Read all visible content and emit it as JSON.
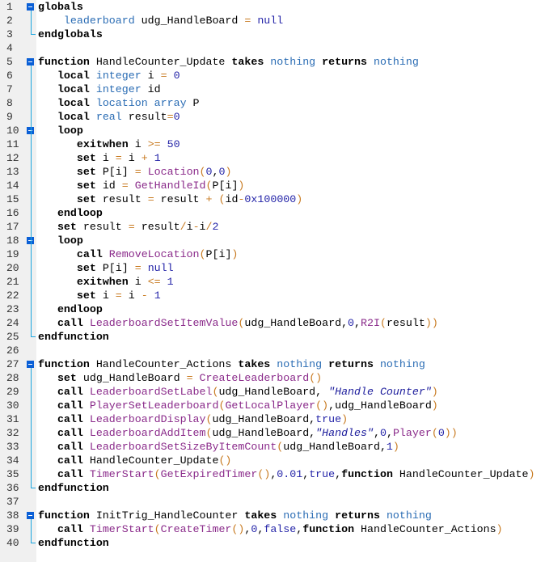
{
  "editor": {
    "lines": [
      [
        [
          "k",
          "globals"
        ]
      ],
      [
        [
          "p",
          "    "
        ],
        [
          "t",
          "leaderboard"
        ],
        [
          "p",
          " udg_HandleBoard "
        ],
        [
          "o",
          "="
        ],
        [
          "p",
          " "
        ],
        [
          "v",
          "null"
        ]
      ],
      [
        [
          "k",
          "endglobals"
        ]
      ],
      [],
      [
        [
          "k",
          "function"
        ],
        [
          "p",
          " HandleCounter_Update "
        ],
        [
          "k",
          "takes"
        ],
        [
          "p",
          " "
        ],
        [
          "t",
          "nothing"
        ],
        [
          "p",
          " "
        ],
        [
          "k",
          "returns"
        ],
        [
          "p",
          " "
        ],
        [
          "t",
          "nothing"
        ]
      ],
      [
        [
          "p",
          "   "
        ],
        [
          "k",
          "local"
        ],
        [
          "p",
          " "
        ],
        [
          "t",
          "integer"
        ],
        [
          "p",
          " i "
        ],
        [
          "o",
          "="
        ],
        [
          "p",
          " "
        ],
        [
          "v",
          "0"
        ]
      ],
      [
        [
          "p",
          "   "
        ],
        [
          "k",
          "local"
        ],
        [
          "p",
          " "
        ],
        [
          "t",
          "integer"
        ],
        [
          "p",
          " id"
        ]
      ],
      [
        [
          "p",
          "   "
        ],
        [
          "k",
          "local"
        ],
        [
          "p",
          " "
        ],
        [
          "t",
          "location"
        ],
        [
          "p",
          " "
        ],
        [
          "t",
          "array"
        ],
        [
          "p",
          " P"
        ]
      ],
      [
        [
          "p",
          "   "
        ],
        [
          "k",
          "local"
        ],
        [
          "p",
          " "
        ],
        [
          "t",
          "real"
        ],
        [
          "p",
          " result"
        ],
        [
          "o",
          "="
        ],
        [
          "v",
          "0"
        ]
      ],
      [
        [
          "p",
          "   "
        ],
        [
          "k",
          "loop"
        ]
      ],
      [
        [
          "p",
          "      "
        ],
        [
          "k",
          "exitwhen"
        ],
        [
          "p",
          " i "
        ],
        [
          "o",
          ">="
        ],
        [
          "p",
          " "
        ],
        [
          "v",
          "50"
        ]
      ],
      [
        [
          "p",
          "      "
        ],
        [
          "k",
          "set"
        ],
        [
          "p",
          " i "
        ],
        [
          "o",
          "="
        ],
        [
          "p",
          " i "
        ],
        [
          "o",
          "+"
        ],
        [
          "p",
          " "
        ],
        [
          "v",
          "1"
        ]
      ],
      [
        [
          "p",
          "      "
        ],
        [
          "k",
          "set"
        ],
        [
          "p",
          " P[i] "
        ],
        [
          "o",
          "="
        ],
        [
          "p",
          " "
        ],
        [
          "n",
          "Location"
        ],
        [
          "o",
          "("
        ],
        [
          "v",
          "0"
        ],
        [
          "p",
          ","
        ],
        [
          "v",
          "0"
        ],
        [
          "o",
          ")"
        ]
      ],
      [
        [
          "p",
          "      "
        ],
        [
          "k",
          "set"
        ],
        [
          "p",
          " id "
        ],
        [
          "o",
          "="
        ],
        [
          "p",
          " "
        ],
        [
          "n",
          "GetHandleId"
        ],
        [
          "o",
          "("
        ],
        [
          "p",
          "P[i]"
        ],
        [
          "o",
          ")"
        ]
      ],
      [
        [
          "p",
          "      "
        ],
        [
          "k",
          "set"
        ],
        [
          "p",
          " result "
        ],
        [
          "o",
          "="
        ],
        [
          "p",
          " result "
        ],
        [
          "o",
          "+"
        ],
        [
          "p",
          " "
        ],
        [
          "o",
          "("
        ],
        [
          "p",
          "id"
        ],
        [
          "o",
          "-"
        ],
        [
          "v",
          "0x100000"
        ],
        [
          "o",
          ")"
        ]
      ],
      [
        [
          "p",
          "   "
        ],
        [
          "k",
          "endloop"
        ]
      ],
      [
        [
          "p",
          "   "
        ],
        [
          "k",
          "set"
        ],
        [
          "p",
          " result "
        ],
        [
          "o",
          "="
        ],
        [
          "p",
          " result"
        ],
        [
          "o",
          "/"
        ],
        [
          "p",
          "i"
        ],
        [
          "o",
          "-"
        ],
        [
          "p",
          "i"
        ],
        [
          "o",
          "/"
        ],
        [
          "v",
          "2"
        ]
      ],
      [
        [
          "p",
          "   "
        ],
        [
          "k",
          "loop"
        ]
      ],
      [
        [
          "p",
          "      "
        ],
        [
          "k",
          "call"
        ],
        [
          "p",
          " "
        ],
        [
          "n",
          "RemoveLocation"
        ],
        [
          "o",
          "("
        ],
        [
          "p",
          "P[i]"
        ],
        [
          "o",
          ")"
        ]
      ],
      [
        [
          "p",
          "      "
        ],
        [
          "k",
          "set"
        ],
        [
          "p",
          " P[i] "
        ],
        [
          "o",
          "="
        ],
        [
          "p",
          " "
        ],
        [
          "v",
          "null"
        ]
      ],
      [
        [
          "p",
          "      "
        ],
        [
          "k",
          "exitwhen"
        ],
        [
          "p",
          " i "
        ],
        [
          "o",
          "<="
        ],
        [
          "p",
          " "
        ],
        [
          "v",
          "1"
        ]
      ],
      [
        [
          "p",
          "      "
        ],
        [
          "k",
          "set"
        ],
        [
          "p",
          " i "
        ],
        [
          "o",
          "="
        ],
        [
          "p",
          " i "
        ],
        [
          "o",
          "-"
        ],
        [
          "p",
          " "
        ],
        [
          "v",
          "1"
        ]
      ],
      [
        [
          "p",
          "   "
        ],
        [
          "k",
          "endloop"
        ]
      ],
      [
        [
          "p",
          "   "
        ],
        [
          "k",
          "call"
        ],
        [
          "p",
          " "
        ],
        [
          "n",
          "LeaderboardSetItemValue"
        ],
        [
          "o",
          "("
        ],
        [
          "p",
          "udg_HandleBoard,"
        ],
        [
          "v",
          "0"
        ],
        [
          "p",
          ","
        ],
        [
          "n",
          "R2I"
        ],
        [
          "o",
          "("
        ],
        [
          "p",
          "result"
        ],
        [
          "o",
          "))"
        ]
      ],
      [
        [
          "k",
          "endfunction"
        ]
      ],
      [],
      [
        [
          "k",
          "function"
        ],
        [
          "p",
          " HandleCounter_Actions "
        ],
        [
          "k",
          "takes"
        ],
        [
          "p",
          " "
        ],
        [
          "t",
          "nothing"
        ],
        [
          "p",
          " "
        ],
        [
          "k",
          "returns"
        ],
        [
          "p",
          " "
        ],
        [
          "t",
          "nothing"
        ]
      ],
      [
        [
          "p",
          "   "
        ],
        [
          "k",
          "set"
        ],
        [
          "p",
          " udg_HandleBoard "
        ],
        [
          "o",
          "="
        ],
        [
          "p",
          " "
        ],
        [
          "n",
          "CreateLeaderboard"
        ],
        [
          "o",
          "()"
        ]
      ],
      [
        [
          "p",
          "   "
        ],
        [
          "k",
          "call"
        ],
        [
          "p",
          " "
        ],
        [
          "n",
          "LeaderboardSetLabel"
        ],
        [
          "o",
          "("
        ],
        [
          "p",
          "udg_HandleBoard, "
        ],
        [
          "s",
          "\"Handle Counter\""
        ],
        [
          "o",
          ")"
        ]
      ],
      [
        [
          "p",
          "   "
        ],
        [
          "k",
          "call"
        ],
        [
          "p",
          " "
        ],
        [
          "n",
          "PlayerSetLeaderboard"
        ],
        [
          "o",
          "("
        ],
        [
          "n",
          "GetLocalPlayer"
        ],
        [
          "o",
          "()"
        ],
        [
          "p",
          ",udg_HandleBoard"
        ],
        [
          "o",
          ")"
        ]
      ],
      [
        [
          "p",
          "   "
        ],
        [
          "k",
          "call"
        ],
        [
          "p",
          " "
        ],
        [
          "n",
          "LeaderboardDisplay"
        ],
        [
          "o",
          "("
        ],
        [
          "p",
          "udg_HandleBoard,"
        ],
        [
          "v",
          "true"
        ],
        [
          "o",
          ")"
        ]
      ],
      [
        [
          "p",
          "   "
        ],
        [
          "k",
          "call"
        ],
        [
          "p",
          " "
        ],
        [
          "n",
          "LeaderboardAddItem"
        ],
        [
          "o",
          "("
        ],
        [
          "p",
          "udg_HandleBoard,"
        ],
        [
          "s",
          "\"Handles\""
        ],
        [
          "p",
          ","
        ],
        [
          "v",
          "0"
        ],
        [
          "p",
          ","
        ],
        [
          "n",
          "Player"
        ],
        [
          "o",
          "("
        ],
        [
          "v",
          "0"
        ],
        [
          "o",
          "))"
        ]
      ],
      [
        [
          "p",
          "   "
        ],
        [
          "k",
          "call"
        ],
        [
          "p",
          " "
        ],
        [
          "n",
          "LeaderboardSetSizeByItemCount"
        ],
        [
          "o",
          "("
        ],
        [
          "p",
          "udg_HandleBoard,"
        ],
        [
          "v",
          "1"
        ],
        [
          "o",
          ")"
        ]
      ],
      [
        [
          "p",
          "   "
        ],
        [
          "k",
          "call"
        ],
        [
          "p",
          " HandleCounter_Update"
        ],
        [
          "o",
          "()"
        ]
      ],
      [
        [
          "p",
          "   "
        ],
        [
          "k",
          "call"
        ],
        [
          "p",
          " "
        ],
        [
          "n",
          "TimerStart"
        ],
        [
          "o",
          "("
        ],
        [
          "n",
          "GetExpiredTimer"
        ],
        [
          "o",
          "()"
        ],
        [
          "p",
          ","
        ],
        [
          "v",
          "0.01"
        ],
        [
          "p",
          ","
        ],
        [
          "v",
          "true"
        ],
        [
          "p",
          ","
        ],
        [
          "k",
          "function"
        ],
        [
          "p",
          " HandleCounter_Update"
        ],
        [
          "o",
          ")"
        ]
      ],
      [
        [
          "k",
          "endfunction"
        ]
      ],
      [],
      [
        [
          "k",
          "function"
        ],
        [
          "p",
          " InitTrig_HandleCounter "
        ],
        [
          "k",
          "takes"
        ],
        [
          "p",
          " "
        ],
        [
          "t",
          "nothing"
        ],
        [
          "p",
          " "
        ],
        [
          "k",
          "returns"
        ],
        [
          "p",
          " "
        ],
        [
          "t",
          "nothing"
        ]
      ],
      [
        [
          "p",
          "   "
        ],
        [
          "k",
          "call"
        ],
        [
          "p",
          " "
        ],
        [
          "n",
          "TimerStart"
        ],
        [
          "o",
          "("
        ],
        [
          "n",
          "CreateTimer"
        ],
        [
          "o",
          "()"
        ],
        [
          "p",
          ","
        ],
        [
          "v",
          "0"
        ],
        [
          "p",
          ","
        ],
        [
          "v",
          "false"
        ],
        [
          "p",
          ","
        ],
        [
          "k",
          "function"
        ],
        [
          "p",
          " HandleCounter_Actions"
        ],
        [
          "o",
          ")"
        ]
      ],
      [
        [
          "k",
          "endfunction"
        ]
      ]
    ],
    "folds": [
      [
        1,
        3
      ],
      [
        5,
        25
      ],
      [
        10,
        16
      ],
      [
        18,
        23
      ],
      [
        27,
        36
      ],
      [
        38,
        40
      ]
    ]
  }
}
